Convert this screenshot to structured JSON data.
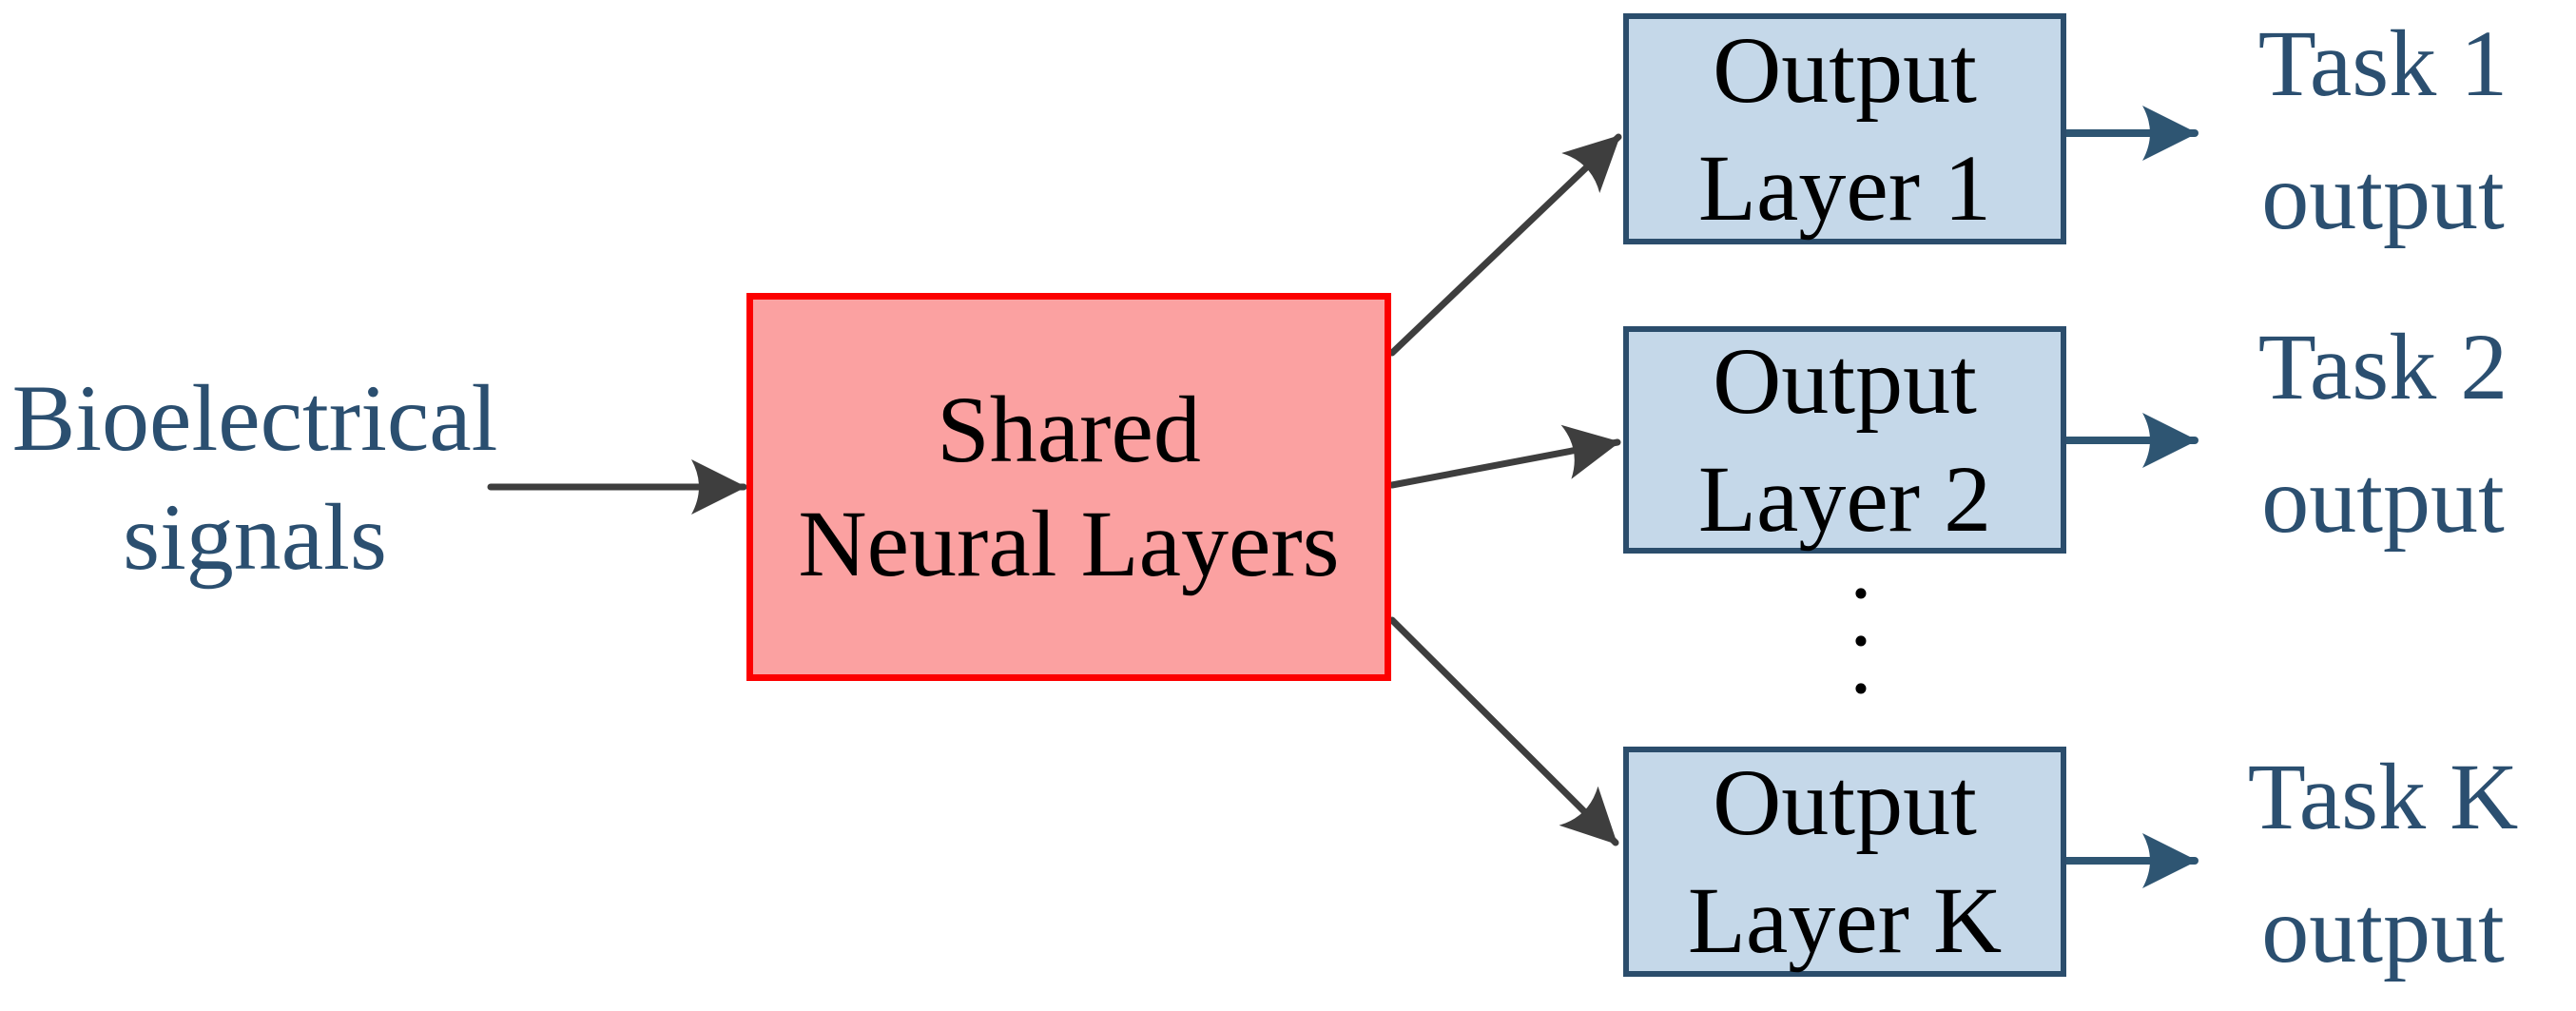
{
  "diagram": {
    "input_label": {
      "line1": "Bioelectrical",
      "line2": "signals"
    },
    "shared_box": {
      "line1": "Shared",
      "line2": "Neural Layers"
    },
    "output_layers": [
      {
        "line1": "Output",
        "line2": "Layer 1"
      },
      {
        "line1": "Output",
        "line2": "Layer 2"
      },
      {
        "line1": "Output",
        "line2": "Layer K"
      }
    ],
    "ellipsis_dots": [
      "•",
      "•",
      "•"
    ],
    "task_outputs": [
      {
        "line1": "Task 1",
        "line2": "output"
      },
      {
        "line1": "Task 2",
        "line2": "output"
      },
      {
        "line1": "Task K",
        "line2": "output"
      }
    ],
    "colors": {
      "shared_box_fill": "#FBA1A1",
      "shared_box_border": "#FC0000",
      "output_box_fill": "#C5D8E9",
      "output_box_border": "#2B4D6C",
      "gray_arrow": "#3E3E3E",
      "blue_arrow": "#2E5572",
      "label_text": "#2B4F70",
      "box_text": "#000000",
      "background": "#FFFFFF"
    }
  }
}
